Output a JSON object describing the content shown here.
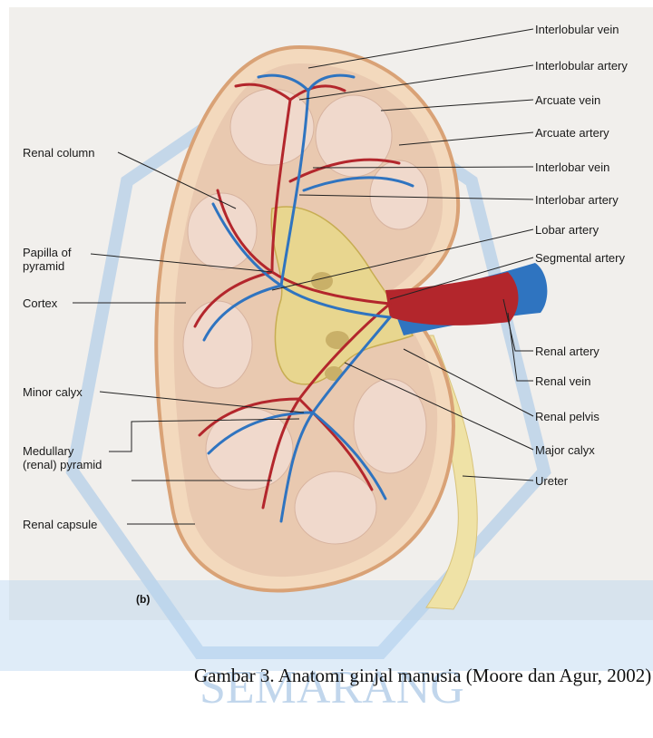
{
  "figure": {
    "panel_letter": "(b)",
    "caption": "Gambar 3. Anatomi ginjal manusia (Moore dan Agur, 2002)",
    "watermark_text": "SEMARANG",
    "labels_right": [
      "Interlobular vein",
      "Interlobular artery",
      "Arcuate vein",
      "Arcuate artery",
      "Interlobar vein",
      "Interlobar artery",
      "Lobar artery",
      "Segmental artery",
      "Renal artery",
      "Renal vein",
      "Renal pelvis",
      "Major calyx",
      "Ureter"
    ],
    "labels_left": [
      "Renal column",
      "Papilla of\npyramid",
      "Cortex",
      "Minor calyx",
      "Medullary\n(renal) pyramid",
      "Renal capsule"
    ]
  },
  "colors": {
    "artery": "#b3262c",
    "vein": "#2f74c0",
    "cortex": "#e9c9b0",
    "medulla": "#f0d9cc",
    "capsule": "#d9a276",
    "ureter": "#efe2a6",
    "watermark": "#9fc3e8"
  }
}
